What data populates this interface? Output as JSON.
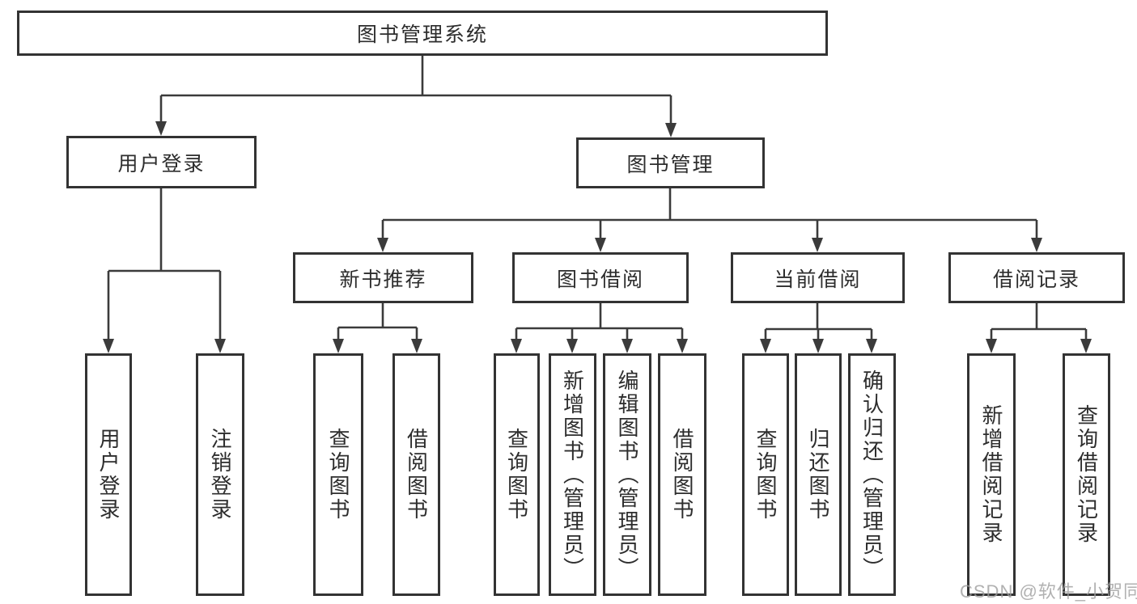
{
  "diagram": {
    "root": {
      "label": "图书管理系统"
    },
    "level1": [
      {
        "label": "用户登录"
      },
      {
        "label": "图书管理"
      }
    ],
    "level2": [
      {
        "label": "新书推荐"
      },
      {
        "label": "图书借阅"
      },
      {
        "label": "当前借阅"
      },
      {
        "label": "借阅记录"
      }
    ],
    "leaves": [
      {
        "label": "用户登录"
      },
      {
        "label": "注销登录"
      },
      {
        "label": "查询图书"
      },
      {
        "label": "借阅图书"
      },
      {
        "label": "查询图书"
      },
      {
        "label": "新增图书（管理员）"
      },
      {
        "label": "编辑图书（管理员）"
      },
      {
        "label": "借阅图书"
      },
      {
        "label": "查询图书"
      },
      {
        "label": "归还图书"
      },
      {
        "label": "确认归还（管理员）"
      },
      {
        "label": "新增借阅记录"
      },
      {
        "label": "查询借阅记录"
      }
    ]
  },
  "watermark": {
    "text": "CSDN @软件_小贺同学"
  },
  "colors": {
    "background": "#ffffff",
    "box_border": "#333333",
    "connector_line": "#3b3b3b",
    "text": "#2d2d2d",
    "watermark_text": "#9e9e9e"
  }
}
